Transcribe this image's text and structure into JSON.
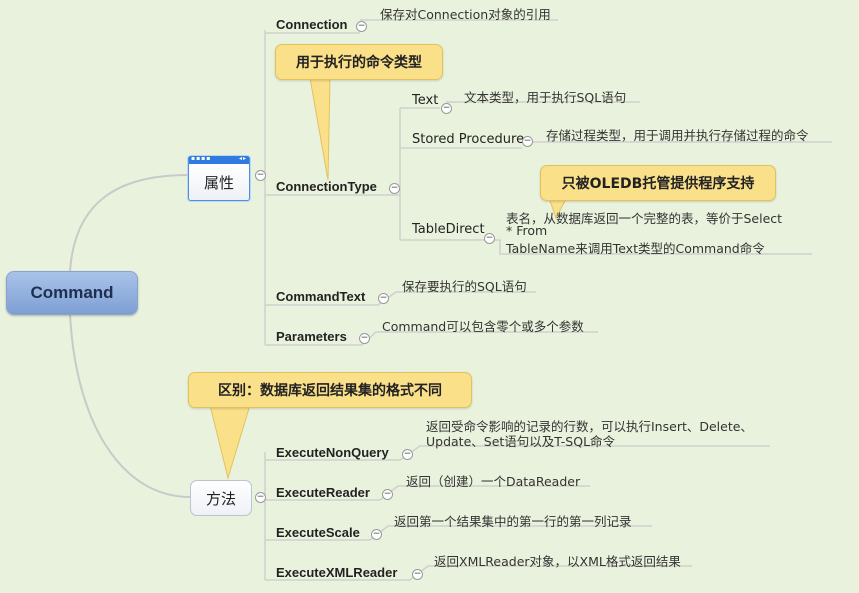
{
  "root": {
    "label": "Command"
  },
  "properties": {
    "label": "属性",
    "items": [
      {
        "name": "Connection",
        "desc": "保存对Connection对象的引用"
      },
      {
        "name": "ConnectionType",
        "children": [
          {
            "name": "Text",
            "desc": "文本类型，用于执行SQL语句"
          },
          {
            "name": "Stored Procedure",
            "desc": "存储过程类型，用于调用并执行存储过程的命令"
          },
          {
            "name": "TableDirect",
            "desc_lines": [
              "表名，从数据库返回一个完整的表，等价于Select",
              "* From",
              "TableName来调用Text类型的Command命令"
            ]
          }
        ]
      },
      {
        "name": "CommandText",
        "desc": "保存要执行的SQL语句"
      },
      {
        "name": "Parameters",
        "desc": "Command可以包含零个或多个参数"
      }
    ]
  },
  "methods": {
    "label": "方法",
    "items": [
      {
        "name": "ExecuteNonQuery",
        "desc_lines": [
          "返回受命令影响的记录的行数，可以执行Insert、Delete、",
          "Update、Set语句以及T-SQL命令"
        ]
      },
      {
        "name": "ExecuteReader",
        "desc": "返回（创建）一个DataReader"
      },
      {
        "name": "ExecuteScale",
        "desc": "返回第一个结果集中的第一行的第一列记录"
      },
      {
        "name": "ExecuteXMLReader",
        "desc": "返回XMLReader对象，以XML格式返回结果"
      }
    ]
  },
  "callouts": {
    "connection_type": "用于执行的命令类型",
    "table_direct": "只被OLEDB托管提供程序支持",
    "methods": "区别：数据库返回结果集的格式不同"
  },
  "colors": {
    "background": "#e9f2dc",
    "root": "#8aa8d8",
    "callout": "#fbe08a",
    "line": "#c8c8c8"
  }
}
